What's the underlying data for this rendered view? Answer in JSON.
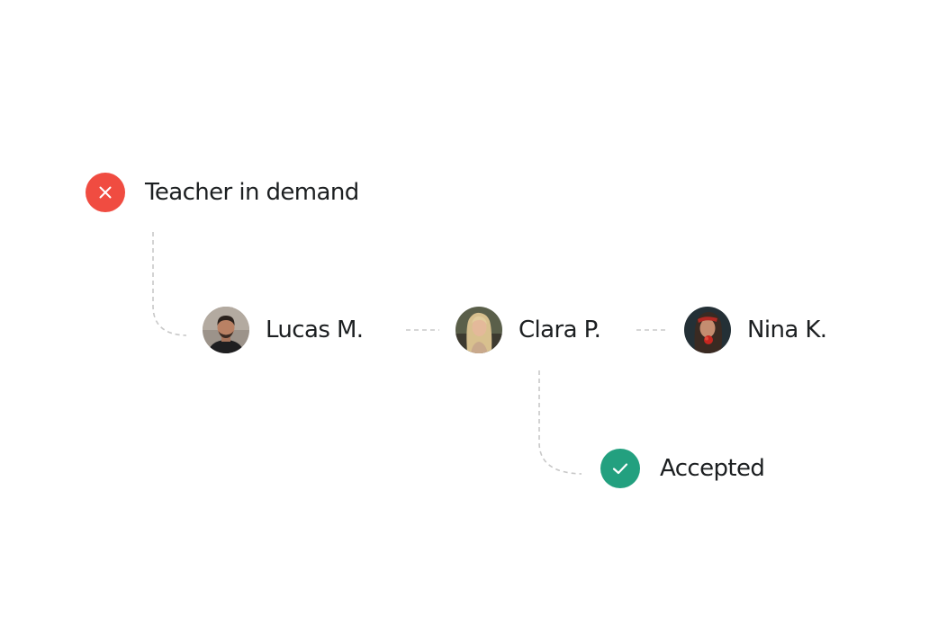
{
  "colors": {
    "rejected": "#f04c41",
    "accepted": "#23a07f",
    "text": "#1c1f21",
    "connector": "#c8c8c8"
  },
  "icons": {
    "rejected": "close-icon",
    "accepted": "check-icon"
  },
  "rejected": {
    "label": "Teacher in demand"
  },
  "people": [
    {
      "name": "Lucas M."
    },
    {
      "name": "Clara P."
    },
    {
      "name": "Nina K."
    }
  ],
  "accepted": {
    "label": "Accepted"
  }
}
